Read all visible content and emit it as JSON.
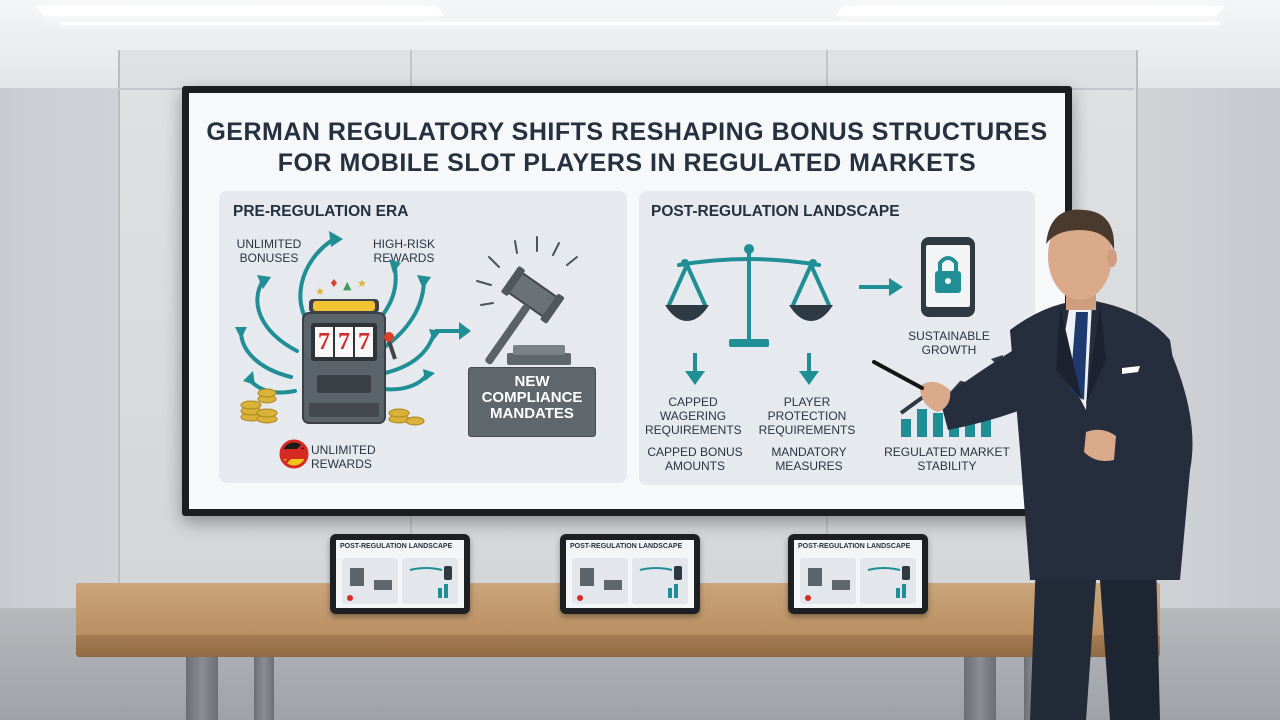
{
  "slide": {
    "title_line1": "GERMAN REGULATORY SHIFTS RESHAPING BONUS STRUCTURES",
    "title_line2": "FOR MOBILE SLOT PLAYERS IN REGULATED MARKETS"
  },
  "pre_regulation": {
    "title": "PRE-REGULATION ERA",
    "unlimited_bonuses_l1": "UNLIMITED",
    "unlimited_bonuses_l2": "BONUSES",
    "high_risk_l1": "HIGH-RISK",
    "high_risk_l2": "REWARDS",
    "unlimited_rewards_l1": "UNLIMITED",
    "unlimited_rewards_l2": "REWARDS",
    "slot_reels": [
      "7",
      "7",
      "7"
    ]
  },
  "mandates": {
    "line1": "NEW",
    "line2": "COMPLIANCE",
    "line3": "MANDATES"
  },
  "post_regulation": {
    "title": "POST-REGULATION LANDSCAPE",
    "sustainable_l1": "SUSTAINABLE",
    "sustainable_l2": "GROWTH",
    "capped_wagering_l1": "CAPPED",
    "capped_wagering_l2": "WAGERING",
    "capped_wagering_l3": "REQUIREMENTS",
    "player_protection_l1": "PLAYER",
    "player_protection_l2": "PROTECTION",
    "player_protection_l3": "REQUIREMENTS",
    "capped_bonus_l1": "CAPPED BONUS",
    "capped_bonus_l2": "AMOUNTS",
    "mandatory_l1": "MANDATORY",
    "mandatory_l2": "MEASURES",
    "stability_l1": "REGULATED MARKET",
    "stability_l2": "STABILITY"
  },
  "tablets": [
    {
      "title": "POST-REGULATION LANDSCAPE"
    },
    {
      "title": "POST-REGULATION LANDSCAPE"
    },
    {
      "title": "POST-REGULATION LANDSCAPE"
    }
  ],
  "colors": {
    "accent_teal": "#1f8f95",
    "title_navy": "#263140",
    "panel_bg": "#e6e9ee",
    "gavel_gray": "#5f666c",
    "coin_gold": "#d9b23a",
    "suit_navy": "#262d3d"
  },
  "icons": [
    "slot-machine-icon",
    "gavel-icon",
    "scales-icon",
    "phone-lock-icon",
    "growth-chart-icon",
    "germany-flag-icon",
    "coins-icon"
  ]
}
